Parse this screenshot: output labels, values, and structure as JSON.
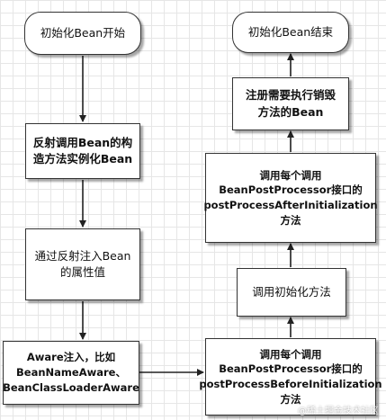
{
  "nodes": {
    "start": "初始化Bean开始",
    "reflect_constructor": [
      "反射调用Bean的构",
      "造方法实例化Bean"
    ],
    "inject_properties": [
      "通过反射注入Bean",
      "的属性值"
    ],
    "aware_inject": [
      "Aware注入，比如",
      "BeanNameAware、",
      "BeanClassLoaderAware"
    ],
    "before_init": [
      "调用每个调用",
      "BeanPostProcessor接口的",
      "postProcessBeforeInitialization",
      "方法"
    ],
    "init_method": "调用初始化方法",
    "after_init": [
      "调用每个调用",
      "BeanPostProcessor接口的",
      "postProcessAfterInitialization",
      "方法"
    ],
    "register_destroy": [
      "注册需要执行销毁",
      "方法的Bean"
    ],
    "end": "初始化Bean结束"
  },
  "watermark": "@稀土掘金技术社区"
}
